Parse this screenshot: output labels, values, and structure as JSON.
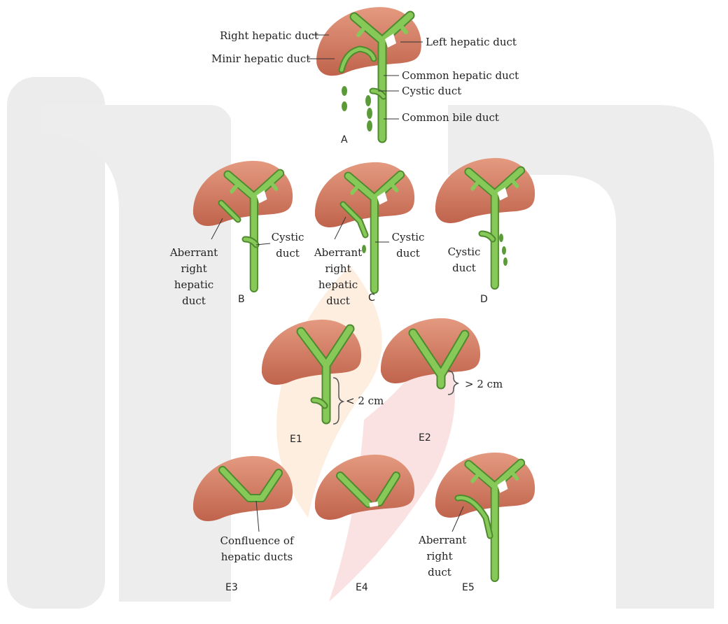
{
  "colors": {
    "liver": "#c9705a",
    "liver_light": "#e0927a",
    "duct": "#7cc24d",
    "duct_dark": "#4e8a2e",
    "watermark_gray": "#ebebeb",
    "watermark_orange": "#fde8d6",
    "watermark_red": "#f9dcdc"
  },
  "panel_a": {
    "letter": "A",
    "labels": {
      "right_hepatic": "Right hepatic duct",
      "minor_hepatic": "Minir hepatic duct",
      "left_hepatic": "Left hepatic duct",
      "common_hepatic": "Common hepatic duct",
      "cystic": "Cystic duct",
      "common_bile": "Common bile duct"
    }
  },
  "panel_b": {
    "letter": "B",
    "aberrant": "Aberrant\nright\nhepatic\nduct",
    "cystic": "Cystic\nduct"
  },
  "panel_c": {
    "letter": "C",
    "aberrant": "Aberrant\nright\nhepatic\nduct",
    "cystic": "Cystic\nduct"
  },
  "panel_d": {
    "letter": "D",
    "cystic": "Cystic\nduct"
  },
  "panel_e1": {
    "letter": "E1",
    "measure": "< 2 cm"
  },
  "panel_e2": {
    "letter": "E2",
    "measure": "> 2 cm"
  },
  "panel_e3": {
    "letter": "E3",
    "confluence": "Confluence of\nhepatic ducts"
  },
  "panel_e4": {
    "letter": "E4"
  },
  "panel_e5": {
    "letter": "E5",
    "aberrant": "Aberrant\nright\nduct"
  }
}
